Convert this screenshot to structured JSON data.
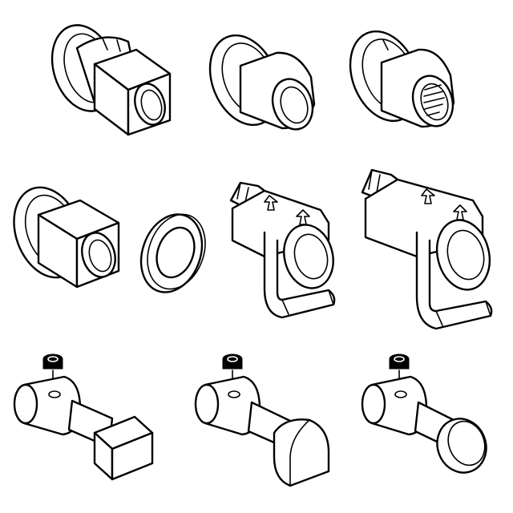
{
  "diagram": {
    "background": "#ffffff",
    "line_color": "#000000",
    "parts": [
      {
        "id": "flanged-square-adapter-with-ring",
        "icon": "flanged-square-adapter-icon"
      },
      {
        "id": "flanged-round-sleeve",
        "icon": "flanged-sleeve-icon"
      },
      {
        "id": "flanged-needle-bearing-sleeve",
        "icon": "needle-bearing-sleeve-icon"
      },
      {
        "id": "flanged-square-adapter",
        "icon": "square-adapter-icon"
      },
      {
        "id": "washer-ring",
        "icon": "washer-icon"
      },
      {
        "id": "clip-bracket-small",
        "icon": "clip-bracket-icon"
      },
      {
        "id": "clip-bracket-large",
        "icon": "clip-bracket-icon"
      },
      {
        "id": "pin-square-head",
        "icon": "pin-square-head-icon"
      },
      {
        "id": "pin-half-round-head",
        "icon": "pin-half-round-head-icon"
      },
      {
        "id": "pin-round-head",
        "icon": "pin-round-head-icon"
      }
    ]
  }
}
